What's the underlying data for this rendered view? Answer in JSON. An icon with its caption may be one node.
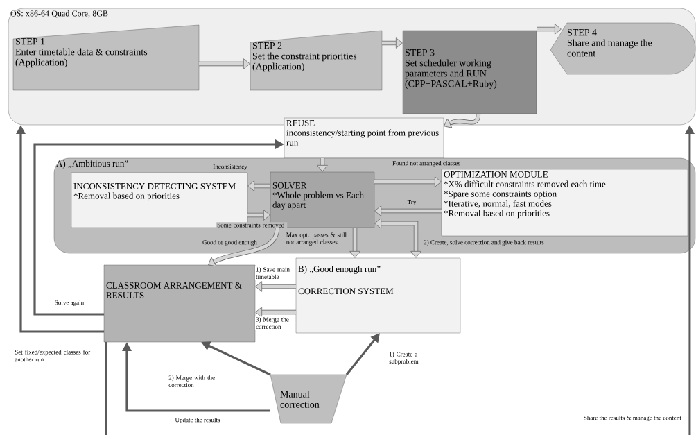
{
  "diagram": {
    "nodes": [
      {
        "text": [
          "OS: x86-64 Quad Core, 8GB"
        ]
      },
      {
        "text": [
          "STEP 1",
          "Enter timetable data & constraints",
          "(Application)"
        ],
        "in": 0
      },
      {
        "text": [
          "STEP 2",
          "Set the constraint priorities",
          "(Application)"
        ],
        "in": 0
      },
      {
        "text": [
          "STEP 3",
          "Set scheduler working parameters and RUN",
          "(CPP+PASCAL+Ruby)"
        ],
        "in": 0
      },
      {
        "text": [
          "STEP 4",
          "Share and manage the content"
        ],
        "in": 0
      },
      {
        "text": [
          "REUSE",
          "inconsistency/starting point from previous run"
        ]
      },
      {
        "text": [
          "A) „Ambitious run”"
        ]
      },
      {
        "text": [
          "INCONSISTENCY DETECTING SYSTEM",
          "*Removal based on priorities"
        ],
        "in": 6
      },
      {
        "text": [
          "SOLVER",
          "*Whole problem vs Each day apart"
        ],
        "in": 6
      },
      {
        "text": [
          "OPTIMIZATION MODULE",
          "*X% difficult constraints removed each time",
          "*Spare some constraints option",
          "*Iterative, normal, fast modes",
          "*Removal based on priorities"
        ],
        "in": 6
      },
      {
        "text": [
          "CLASSROOM ARRANGEMENT & RESULTS"
        ]
      },
      {
        "text": [
          "B) „Good enough run”",
          "CORRECTION SYSTEM"
        ]
      },
      {
        "text": [
          "Manual correction"
        ]
      }
    ],
    "edges": [
      {
        "from": 1,
        "to": 2,
        "arrow": "to"
      },
      {
        "from": 2,
        "to": 3,
        "arrow": "to"
      },
      {
        "from": 3,
        "to": 4,
        "arrow": "to"
      },
      {
        "from": 3,
        "to": 5,
        "arrow": "to"
      },
      {
        "from": 5,
        "to": 8,
        "arrow": "to"
      },
      {
        "from": 8,
        "to": 7,
        "arrow": "to",
        "label": "Inconsistency"
      },
      {
        "from": 7,
        "to": 8,
        "arrow": "to",
        "label": "Some constraints removed"
      },
      {
        "from": 8,
        "to": 9,
        "arrow": "to",
        "label": "Found not arranged classes"
      },
      {
        "from": 9,
        "to": 8,
        "arrow": "to",
        "label": "Try"
      },
      {
        "from": 8,
        "to": 11,
        "arrow": "to",
        "label": "Max opt. passes & still not arranged classes"
      },
      {
        "from": 8,
        "to": 11,
        "arrow": "both",
        "label": "2) Create, solve correction and give back results"
      },
      {
        "from": 8,
        "to": 10,
        "arrow": "to",
        "label": "Good or good enough"
      },
      {
        "from": 11,
        "to": 10,
        "arrow": "to",
        "label": "1) Save main timetable"
      },
      {
        "from": 11,
        "to": 10,
        "arrow": "to",
        "label": "3) Merge the correction"
      },
      {
        "from": 12,
        "to": 11,
        "arrow": "to",
        "label": "1) Create a subproblem",
        "color": "#5a5a5a"
      },
      {
        "from": 12,
        "to": 10,
        "arrow": "to",
        "label": "2) Merge with the correction",
        "color": "#5a5a5a"
      },
      {
        "from": 12,
        "to": 10,
        "arrow": "to",
        "label": "Update the results",
        "color": "#5a5a5a"
      },
      {
        "from": 10,
        "to": 5,
        "arrow": "to",
        "label": "Solve again",
        "color": "#5a5a5a"
      },
      {
        "from": 10,
        "to": 0,
        "arrow": "to",
        "label": "Set fixed/expected classes for another run",
        "color": "#5a5a5a"
      },
      {
        "from": 10,
        "to": null,
        "arrow": "none",
        "color": "#5a5a5a"
      },
      {
        "from": null,
        "to": 0,
        "arrow": "to",
        "label": "Share the results & manage the content",
        "color": "#5a5a5a"
      }
    ]
  }
}
